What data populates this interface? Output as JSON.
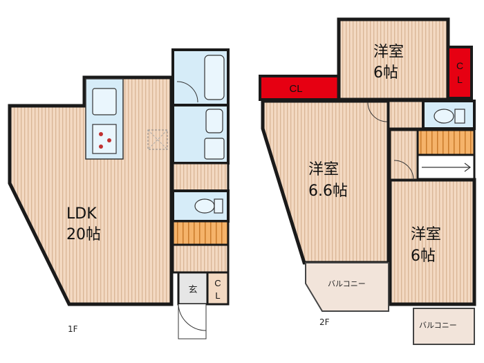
{
  "floors": {
    "first": {
      "label": "1F",
      "ldk": {
        "line1": "LDK",
        "line2": "20帖"
      },
      "genkan": "玄",
      "closet": {
        "line1": "C",
        "line2": "L"
      }
    },
    "second": {
      "label": "2F",
      "room_top": {
        "line1": "洋室",
        "line2": "6帖"
      },
      "room_center": {
        "line1": "洋室",
        "line2": "6.6帖"
      },
      "room_right": {
        "line1": "洋室",
        "line2": "6帖"
      },
      "closet_left": "CL",
      "closet_right": {
        "line1": "C",
        "line2": "L"
      },
      "balcony_left": "バルコニー",
      "balcony_right": "バルコニー"
    }
  },
  "colors": {
    "wall": "#1a1a1a",
    "floor_wood": "#f3d9c2",
    "floor_stripe": "#d9b596",
    "wet_area": "#d6ecf8",
    "closet_red": "#e60012",
    "balcony": "#f2e4da",
    "genkan": "#e6e6e6",
    "stairs": "#f0a050"
  }
}
